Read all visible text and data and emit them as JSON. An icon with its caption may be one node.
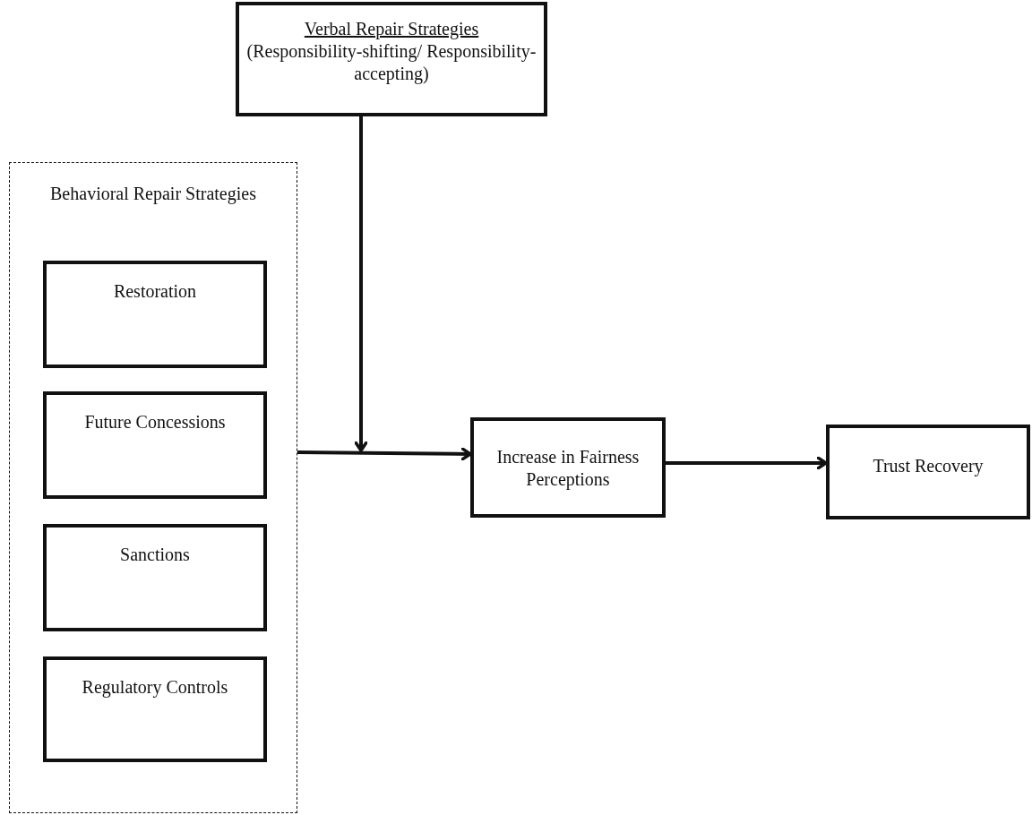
{
  "diagram": {
    "nodes": [
      {
        "text": [
          "Verbal Repair Strategies",
          "(Responsibility-shifting/ Responsibility-accepting)"
        ]
      },
      {
        "text": [
          "Behavioral Repair Strategies"
        ]
      },
      {
        "text": [
          "Restoration"
        ],
        "in": 1
      },
      {
        "text": [
          "Future Concessions"
        ],
        "in": 1
      },
      {
        "text": [
          "Sanctions"
        ],
        "in": 1
      },
      {
        "text": [
          "Regulatory Controls"
        ],
        "in": 1
      },
      {
        "text": [
          "Increase in Fairness Perceptions"
        ]
      },
      {
        "text": [
          "Trust Recovery"
        ]
      }
    ],
    "edges": [
      {
        "from": 1,
        "to": 6,
        "arrow": "to"
      },
      {
        "from": 0,
        "to": null,
        "arrow": "to"
      },
      {
        "from": 6,
        "to": 7,
        "arrow": "to"
      }
    ]
  }
}
